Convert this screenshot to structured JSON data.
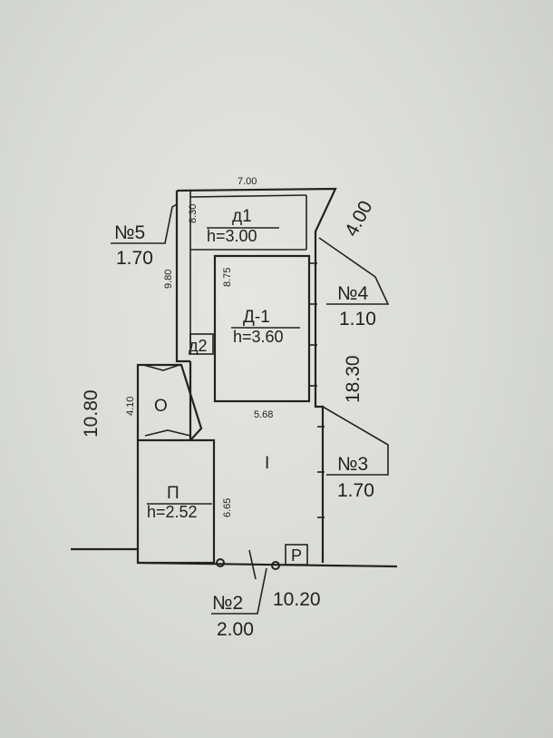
{
  "rooms": {
    "d1": {
      "name": "д1",
      "height": "h=3.00"
    },
    "d_main": {
      "name": "Д-1",
      "height": "h=3.60"
    },
    "d2": {
      "name": "д2"
    },
    "p": {
      "name": "П",
      "height": "h=2.52"
    },
    "o": {
      "name": "О"
    },
    "main": {
      "name": "I"
    },
    "r": {
      "name": "Р"
    }
  },
  "dimensions": {
    "top_width": "7.00",
    "left_upper": "8.30",
    "left_mid": "9.80",
    "inner_height": "8.75",
    "inner_width": "5.68",
    "porch_height": "4.10",
    "left_total": "10.80",
    "p_height": "6.65",
    "right_total": "18.30",
    "diag": "4.00",
    "bottom": "10.20"
  },
  "markers": {
    "n5": {
      "label": "№5",
      "value": "1.70"
    },
    "n4": {
      "label": "№4",
      "value": "1.10"
    },
    "n3": {
      "label": "№3",
      "value": "1.70"
    },
    "n2": {
      "label": "№2",
      "value": "2.00"
    }
  }
}
